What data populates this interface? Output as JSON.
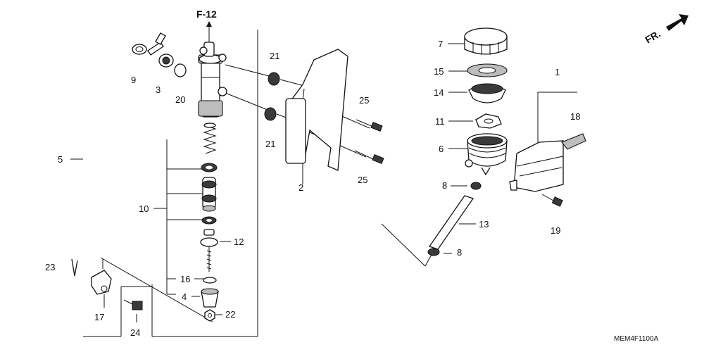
{
  "diagram": {
    "section_ref": "F-12",
    "direction_label": "FR.",
    "code": "MEM4F1100A",
    "callouts": {
      "c1": "1",
      "c2": "2",
      "c3": "3",
      "c4": "4",
      "c5": "5",
      "c6": "6",
      "c7": "7",
      "c8a": "8",
      "c8b": "8",
      "c9": "9",
      "c10": "10",
      "c11": "11",
      "c12": "12",
      "c13": "13",
      "c14": "14",
      "c15": "15",
      "c16": "16",
      "c17": "17",
      "c18": "18",
      "c19": "19",
      "c20": "20",
      "c21a": "21",
      "c21b": "21",
      "c22": "22",
      "c23": "23",
      "c24": "24",
      "c25a": "25",
      "c25b": "25"
    }
  }
}
